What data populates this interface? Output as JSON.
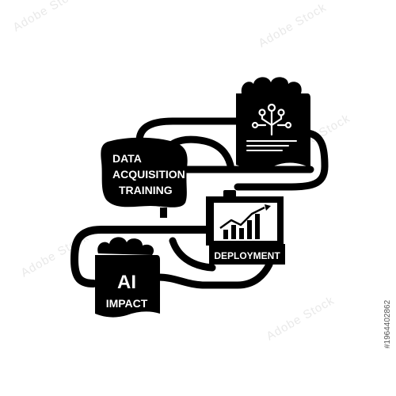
{
  "illustration": {
    "background": "#ffffff",
    "ink": "#000000",
    "icons": [
      "brain-icon",
      "circuit-icon",
      "growth-chart-icon",
      "brain-icon"
    ]
  },
  "stages": {
    "data": {
      "line1": "DATA",
      "line2": "ACQUISITION",
      "line3": "TRAINING"
    },
    "deployment": {
      "label": "DEPLOYMENT"
    },
    "impact": {
      "line1": "AI",
      "line2": "IMPACT"
    }
  },
  "watermark": {
    "text": "Adobe Stock",
    "image_id": "#1964402862"
  }
}
